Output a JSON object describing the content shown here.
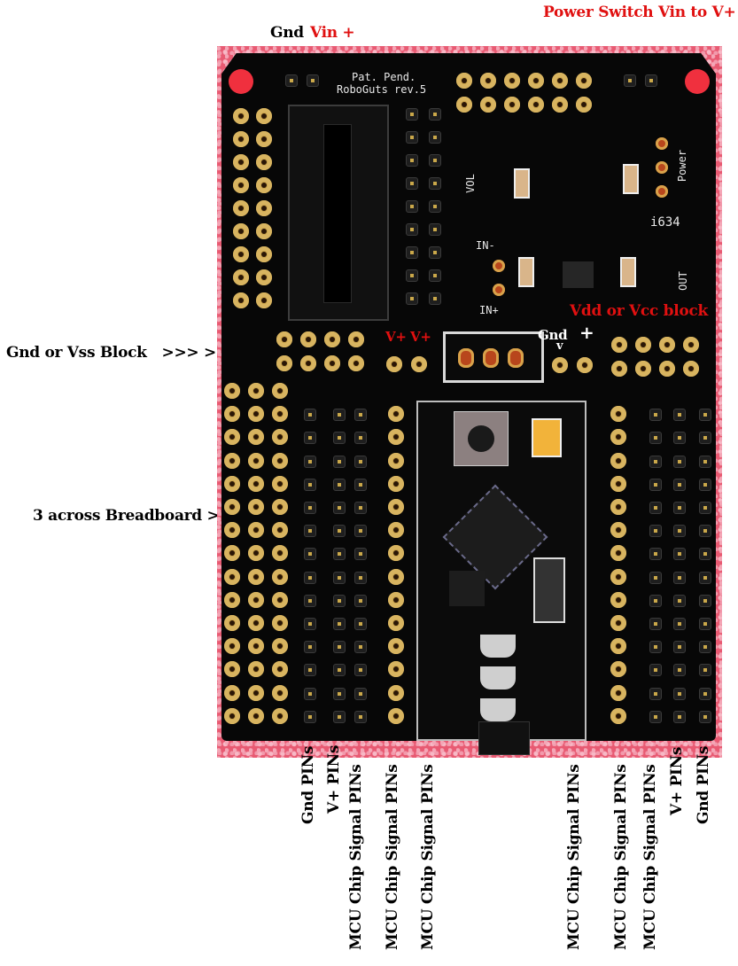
{
  "diagram": {
    "title": "RoboGuts rev.5 pinout",
    "board": {
      "silkscreen": {
        "line1": "Pat. Pend.",
        "line2": "RoboGuts rev.5",
        "vol": "VOL",
        "in_minus": "IN-",
        "in_plus": "IN+",
        "power": "Power",
        "power_plus": "+",
        "power_minus": "–",
        "chip_code": "i634",
        "out": "OUT",
        "out_minus": "–"
      },
      "colors": {
        "board": "#070707",
        "backdrop": "#e85a72",
        "mount_hole": "#f0303e",
        "pin_gold": "#c9a24a"
      }
    },
    "callouts": {
      "power_switch": "Power Switch Vin to V+",
      "top_gnd": "Gnd",
      "top_vin": "Vin +",
      "gnd_block": "Gnd or Vss Block   >>> >> >",
      "breadboard": "3 across Breadboard >",
      "vplus_1": "V+",
      "vplus_2": "V+",
      "gnd_mid": "Gnd",
      "gnd_mid_arrow": "v",
      "plus_mid": "+",
      "vdd_block": "Vdd or Vcc block"
    },
    "bottom_labels": [
      "Gnd PINs",
      "V+ PINs",
      "MCU Chip Signal PINs",
      "MCU Chip Signal PINs",
      "MCU Chip Signal PINs",
      "MCU Chip Signal PINs",
      "MCU Chip Signal PINs",
      "MCU Chip Signal PINs",
      "V+ PINs",
      "Gnd PINs"
    ],
    "label_colors": {
      "callout_red": "#e01010",
      "callout_black": "#000000",
      "callout_white": "#ffffff"
    }
  }
}
